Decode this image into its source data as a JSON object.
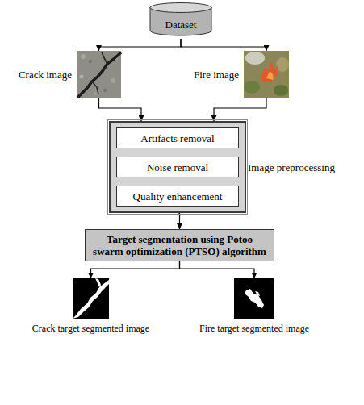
{
  "diagram": {
    "nodes": [
      {
        "text": [
          "Dataset"
        ]
      },
      {
        "text": [
          "Crack image"
        ]
      },
      {
        "text": [
          "Fire image"
        ]
      },
      {
        "text": [
          "Image preprocessing"
        ]
      },
      {
        "text": [
          "Artifacts removal"
        ],
        "in": 3
      },
      {
        "text": [
          "Noise removal"
        ],
        "in": 3
      },
      {
        "text": [
          "Quality enhancement"
        ],
        "in": 3
      },
      {
        "text": [
          "Target segmentation using Potoo swarm optimization (PTSO) algorithm"
        ]
      },
      {
        "text": [
          "Crack target segmented image"
        ]
      },
      {
        "text": [
          "Fire target segmented image"
        ]
      }
    ],
    "edges": [
      {
        "from": 0,
        "to": 1,
        "arrow": "to"
      },
      {
        "from": 0,
        "to": 2,
        "arrow": "to"
      },
      {
        "from": 1,
        "to": 3,
        "arrow": "to"
      },
      {
        "from": 2,
        "to": 3,
        "arrow": "to"
      },
      {
        "from": 3,
        "to": 7,
        "arrow": "to"
      },
      {
        "from": 7,
        "to": 8,
        "arrow": "to"
      },
      {
        "from": 7,
        "to": 9,
        "arrow": "to"
      }
    ]
  }
}
